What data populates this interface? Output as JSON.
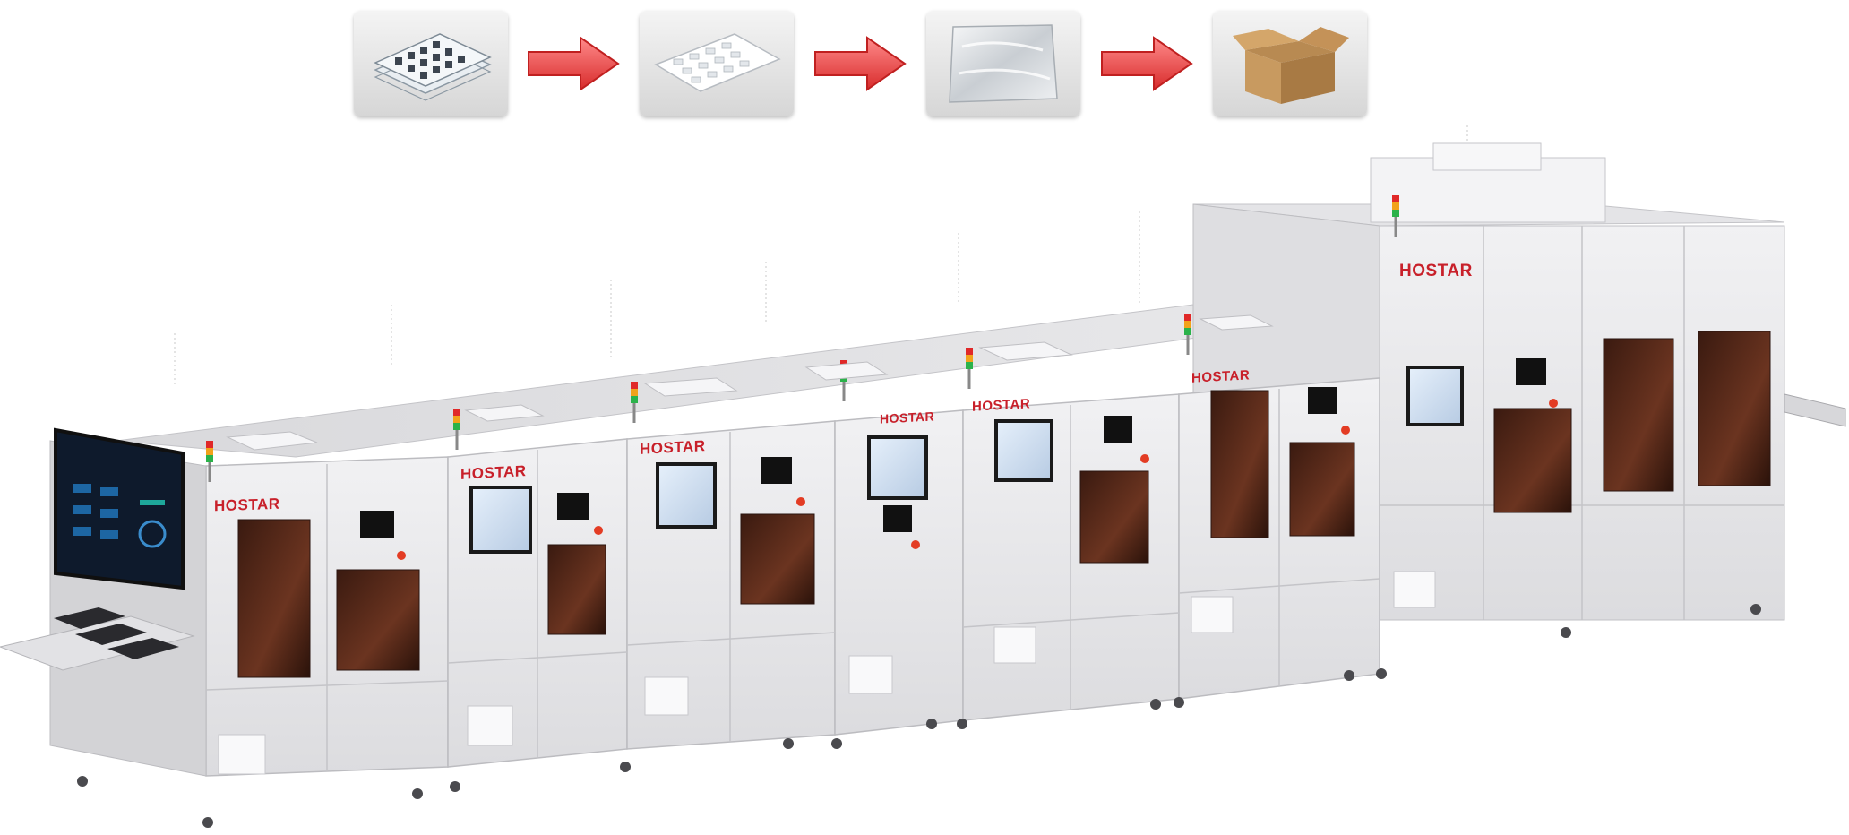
{
  "process_flow": {
    "steps": [
      {
        "name": "tray-stack",
        "icon": "tray-stack-icon"
      },
      {
        "name": "blister-tray",
        "icon": "blister-tray-icon"
      },
      {
        "name": "vacuum-bag",
        "icon": "vacuum-bag-icon"
      },
      {
        "name": "carton-box",
        "icon": "carton-box-icon"
      }
    ],
    "arrow_color": "#e8403f"
  },
  "machine": {
    "brand": "HOSTAR",
    "brand_color": "#c8202a",
    "body_color": "#e7e7e9",
    "window_color": "#5a2a18"
  }
}
